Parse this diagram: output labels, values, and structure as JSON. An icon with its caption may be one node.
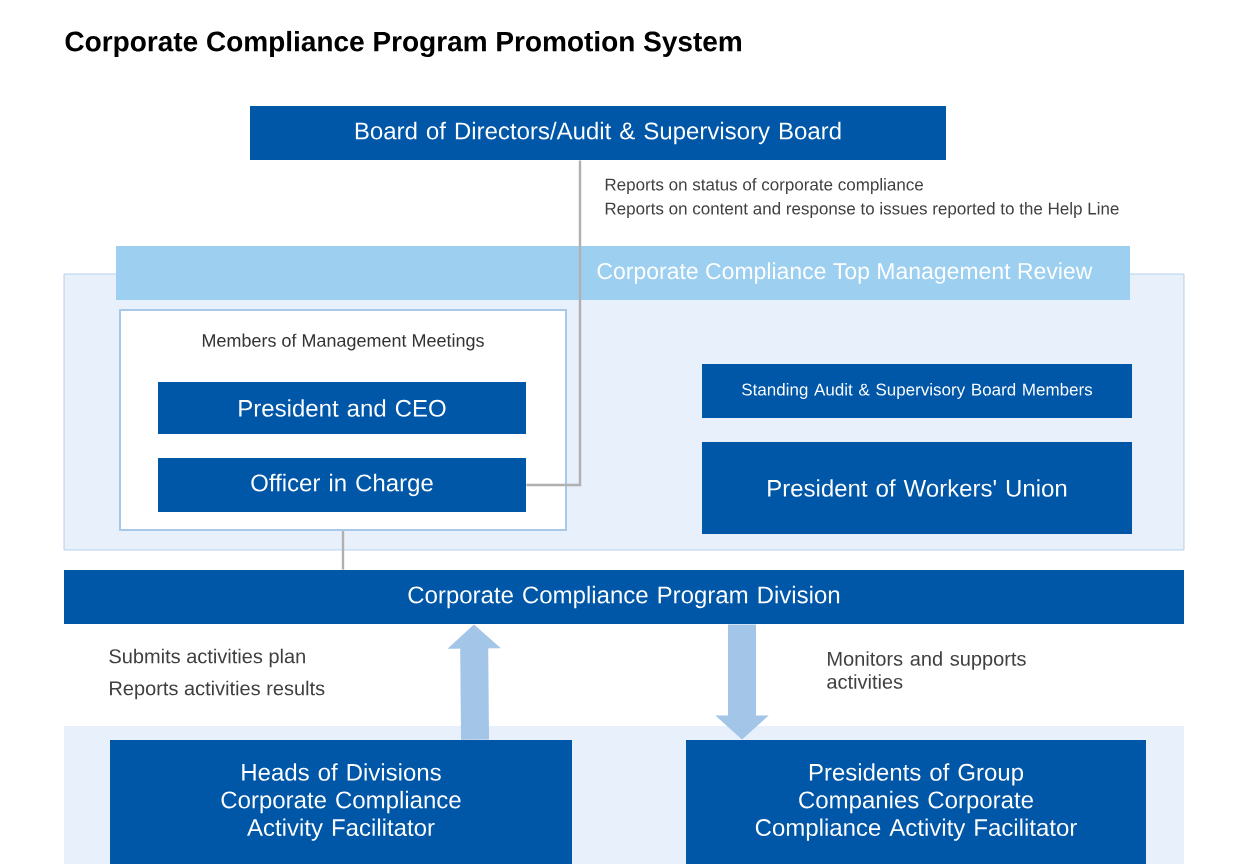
{
  "diagram": {
    "title": "Corporate Compliance Program Promotion System",
    "nodes": [
      {
        "text": [
          "Board of Directors/Audit & Supervisory Board"
        ]
      },
      {
        "text": [
          "Corporate Compliance Top Management Review"
        ]
      },
      {
        "text": [
          "Members of Management Meetings"
        ],
        "in": 1
      },
      {
        "text": [
          "President and CEO"
        ],
        "in": 2
      },
      {
        "text": [
          "Officer in Charge"
        ],
        "in": 2
      },
      {
        "text": [
          "Standing Audit & Supervisory Board Members"
        ],
        "in": 1
      },
      {
        "text": [
          "President of Workers' Union"
        ],
        "in": 1
      },
      {
        "text": [
          "Corporate Compliance Program Division"
        ]
      },
      {
        "text": [
          "Heads of Divisions Corporate Compliance Activity Facilitator"
        ]
      },
      {
        "text": [
          "Presidents of Group Companies Corporate Compliance Activity Facilitator"
        ]
      }
    ],
    "edges": [
      {
        "from": 4,
        "to": 0,
        "arrow": "none"
      },
      {
        "from": 2,
        "to": 7,
        "arrow": "none"
      },
      {
        "from": 8,
        "to": 7,
        "arrow": "to",
        "style": "thick"
      },
      {
        "from": 7,
        "to": 9,
        "arrow": "to",
        "style": "thick",
        "label": "Monitors and supports activities"
      }
    ],
    "labels": [
      "Reports on status of corporate compliance",
      "Reports on content and response to issues reported to the Help Line",
      "Submits activities plan",
      "Reports activities results"
    ]
  }
}
